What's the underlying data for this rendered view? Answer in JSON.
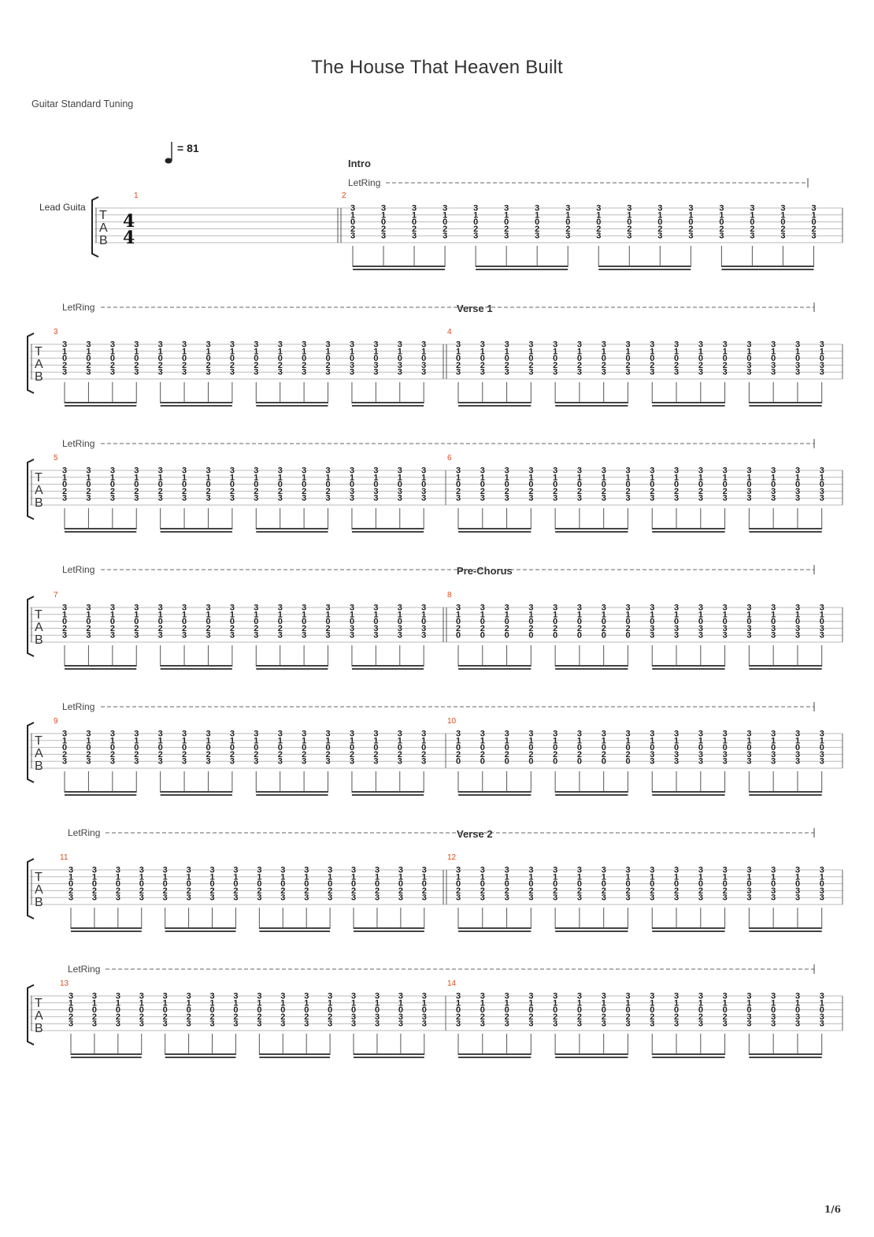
{
  "title": "The House That Heaven Built",
  "tuning": "Guitar Standard Tuning",
  "track_name": "Lead Guita",
  "tempo": "= 81",
  "time_signature": [
    "4",
    "4"
  ],
  "tab_letters": [
    "T",
    "A",
    "B"
  ],
  "letring_label": "LetRing",
  "page_number": "1/6",
  "chords": {
    "A": [
      "3",
      "1",
      "0",
      "2",
      "3"
    ],
    "B": [
      "3",
      "1",
      "0",
      "2",
      "0"
    ],
    "C": [
      "3",
      "1",
      "0",
      "3",
      "3"
    ]
  },
  "systems": [
    {
      "letring": true,
      "measures": [
        {
          "number": "1",
          "empty": true
        },
        {
          "number": "2",
          "section": "Intro",
          "chords": [
            "A",
            "A",
            "A",
            "A",
            "A",
            "A",
            "A",
            "A",
            "A",
            "A",
            "A",
            "A",
            "A",
            "A",
            "A",
            "A"
          ]
        }
      ]
    },
    {
      "letring": true,
      "measures": [
        {
          "number": "3",
          "chords": [
            "A",
            "A",
            "A",
            "A",
            "A",
            "A",
            "A",
            "A",
            "A",
            "A",
            "A",
            "A",
            "C",
            "C",
            "C",
            "C"
          ]
        },
        {
          "number": "4",
          "section": "Verse 1",
          "chords": [
            "A",
            "A",
            "A",
            "A",
            "A",
            "A",
            "A",
            "A",
            "A",
            "A",
            "A",
            "A",
            "C",
            "C",
            "C",
            "C"
          ]
        }
      ]
    },
    {
      "letring": true,
      "measures": [
        {
          "number": "5",
          "chords": [
            "A",
            "A",
            "A",
            "A",
            "A",
            "A",
            "A",
            "A",
            "A",
            "A",
            "A",
            "A",
            "C",
            "C",
            "C",
            "C"
          ]
        },
        {
          "number": "6",
          "chords": [
            "A",
            "A",
            "A",
            "A",
            "A",
            "A",
            "A",
            "A",
            "A",
            "A",
            "A",
            "A",
            "C",
            "C",
            "C",
            "C"
          ]
        }
      ]
    },
    {
      "letring": true,
      "measures": [
        {
          "number": "7",
          "chords": [
            "A",
            "A",
            "A",
            "A",
            "A",
            "A",
            "A",
            "A",
            "A",
            "A",
            "A",
            "A",
            "C",
            "C",
            "C",
            "C"
          ]
        },
        {
          "number": "8",
          "section": "Pre-Chorus",
          "chords": [
            "B",
            "B",
            "B",
            "B",
            "B",
            "B",
            "B",
            "B",
            "C",
            "C",
            "C",
            "C",
            "C",
            "C",
            "C",
            "C"
          ]
        }
      ]
    },
    {
      "letring": true,
      "measures": [
        {
          "number": "9",
          "chords": [
            "A",
            "A",
            "A",
            "A",
            "A",
            "A",
            "A",
            "A",
            "A",
            "A",
            "A",
            "A",
            "A",
            "A",
            "A",
            "A"
          ]
        },
        {
          "number": "10",
          "chords": [
            "B",
            "B",
            "B",
            "B",
            "B",
            "B",
            "B",
            "B",
            "C",
            "C",
            "C",
            "C",
            "C",
            "C",
            "C",
            "C"
          ]
        }
      ]
    },
    {
      "letring": true,
      "measures": [
        {
          "number": "11",
          "chords": [
            "A",
            "A",
            "A",
            "A",
            "A",
            "A",
            "A",
            "A",
            "A",
            "A",
            "A",
            "A",
            "A",
            "A",
            "A",
            "A"
          ]
        },
        {
          "number": "12",
          "section": "Verse 2",
          "chords": [
            "A",
            "A",
            "A",
            "A",
            "A",
            "A",
            "A",
            "A",
            "A",
            "A",
            "A",
            "A",
            "C",
            "C",
            "C",
            "C"
          ]
        }
      ]
    },
    {
      "letring": true,
      "measures": [
        {
          "number": "13",
          "chords": [
            "A",
            "A",
            "A",
            "A",
            "A",
            "A",
            "A",
            "A",
            "A",
            "A",
            "A",
            "A",
            "C",
            "C",
            "C",
            "C"
          ]
        },
        {
          "number": "14",
          "chords": [
            "A",
            "A",
            "A",
            "A",
            "A",
            "A",
            "A",
            "A",
            "A",
            "A",
            "A",
            "A",
            "C",
            "C",
            "C",
            "C"
          ]
        }
      ]
    }
  ]
}
